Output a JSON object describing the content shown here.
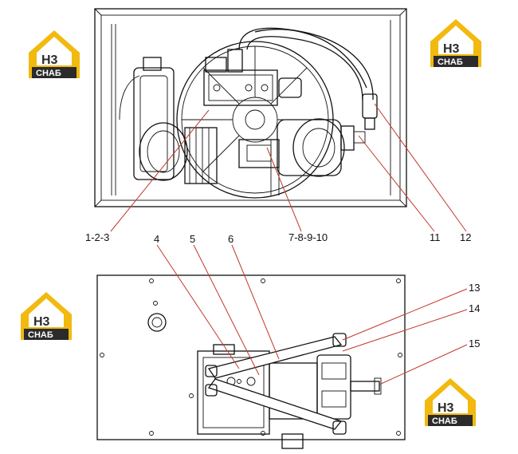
{
  "callouts": {
    "c1": "1-2-3",
    "c2": "7-8-9-10",
    "c3": "11",
    "c4": "12",
    "c5": "4",
    "c6": "5",
    "c7": "6",
    "c8": "13",
    "c9": "14",
    "c10": "15"
  },
  "logo": {
    "letters": "H3",
    "subtitle": "СНАБ",
    "colors": {
      "yellow": "#f2b90f",
      "dark": "#2b2b2b",
      "text": "#ffffff"
    }
  },
  "colors": {
    "line": "#111111",
    "leader": "#c0392b",
    "background": "#ffffff"
  }
}
